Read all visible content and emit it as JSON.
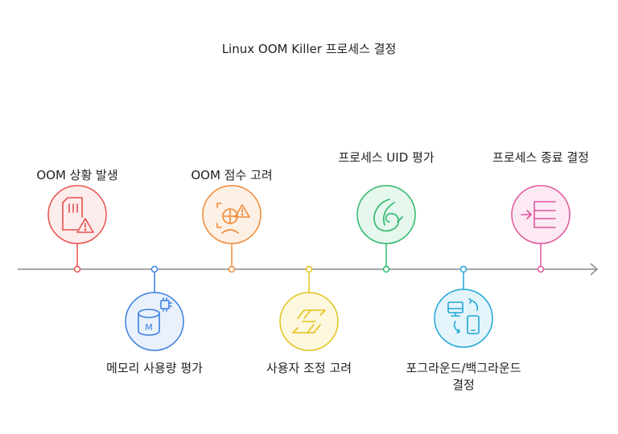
{
  "title": "Linux OOM Killer 프로세스 결정",
  "steps": [
    {
      "label": "OOM 상황 발생",
      "color": "#e8524f",
      "fill": "#fdecec",
      "icon": "sd-card-warning-icon"
    },
    {
      "label": "메모리 사용량 평가",
      "color": "#3b7fe0",
      "fill": "#e9f1fd",
      "icon": "memory-database-icon"
    },
    {
      "label": "OOM 점수 고려",
      "color": "#f08a38",
      "fill": "#fdf0e4",
      "icon": "pie-chart-warning-icon"
    },
    {
      "label": "사용자 조정 고려",
      "color": "#e2c21b",
      "fill": "#fcf7dd",
      "icon": "swap-arrows-icon"
    },
    {
      "label": "프로세스 UID 평가",
      "color": "#2cb86a",
      "fill": "#e6f7ee",
      "icon": "swirl-icon"
    },
    {
      "label": "포그라운드/백그라운드 결정",
      "color": "#1fa6d6",
      "fill": "#e3f4fb",
      "icon": "devices-sync-icon"
    },
    {
      "label": "프로세스 종료 결정",
      "color": "#e0569e",
      "fill": "#fce9f3",
      "icon": "exit-process-icon"
    }
  ]
}
